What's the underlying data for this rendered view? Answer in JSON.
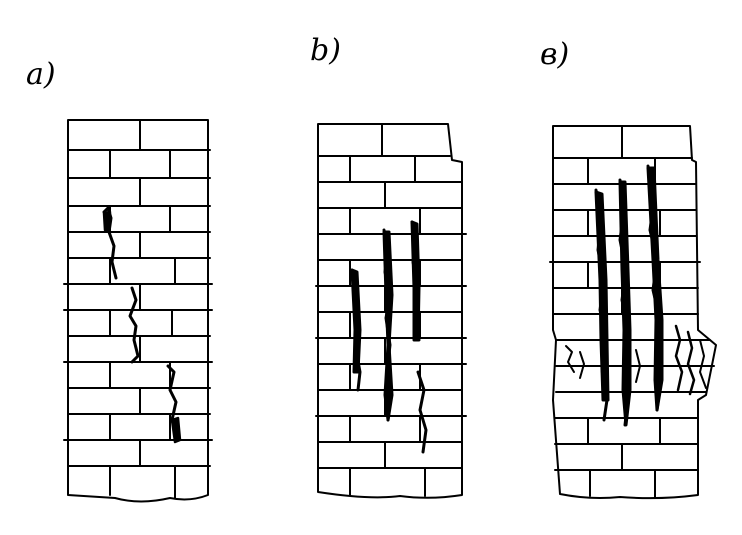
{
  "panels": [
    {
      "label": "a)"
    },
    {
      "label": "b)"
    },
    {
      "label": "в)"
    }
  ]
}
